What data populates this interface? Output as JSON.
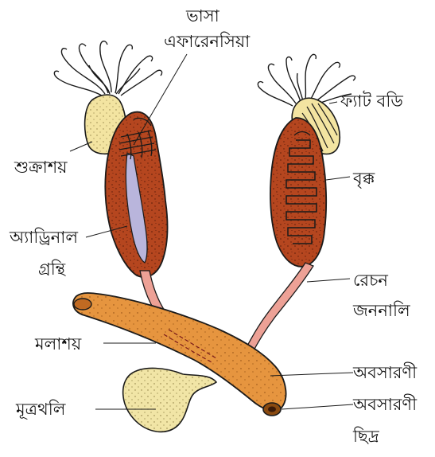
{
  "labels": {
    "vasa_1": "ভাসা",
    "vasa_2": "এফারেনসিয়া",
    "fat_body": "ফ্যাট বডি",
    "seminal_vesicle": "শুক্রাশয়",
    "kidney": "বৃক্ক",
    "adrenal_1": "অ্যাড্রিনাল",
    "adrenal_2": "গ্রন্থি",
    "urogenital_1": "রেচন",
    "urogenital_2": "জননালি",
    "rectum": "মলাশয়",
    "cloaca": "অবসারণী",
    "bladder": "মূত্রথলি",
    "cloacal_aperture_1": "অবসারণী",
    "cloacal_aperture_2": "ছিদ্র"
  },
  "colors": {
    "kidney": "#b5461f",
    "kidney_dark": "#5a1c0a",
    "fat_body": "#f3e4a1",
    "duct": "#eda196",
    "adrenal_band": "#b9b5dc",
    "cloaca": "#e6953f",
    "bladder": "#f1e5a6",
    "outline": "#1a1a1a"
  }
}
